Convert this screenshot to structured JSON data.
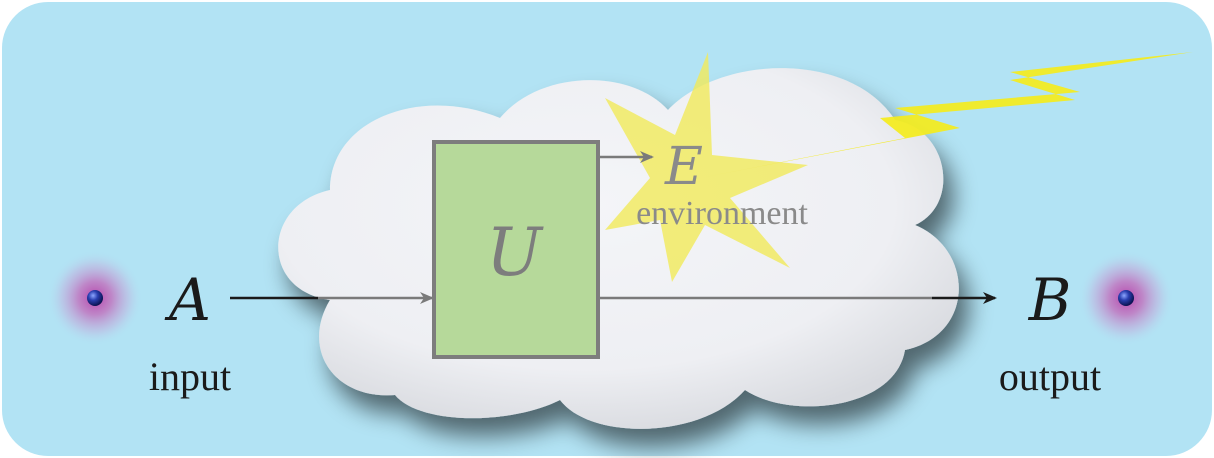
{
  "diagram": {
    "input": {
      "symbol": "A",
      "label": "input"
    },
    "output": {
      "symbol": "B",
      "label": "output"
    },
    "channel": {
      "symbol": "U"
    },
    "environment": {
      "symbol": "E",
      "label": "environment"
    }
  },
  "colors": {
    "background": "#b2e3f4",
    "cloud": "#f2f3f6",
    "box_fill": "#b6d99a",
    "box_stroke": "#7d7d7d",
    "arrow_dark": "#1a1a1a",
    "arrow_grey": "#7a7a7a",
    "lightning": "#f4ec1c",
    "star": "#f1ea5a",
    "particle": "#1d2d8c",
    "particle_glow": "#b63ca8"
  }
}
